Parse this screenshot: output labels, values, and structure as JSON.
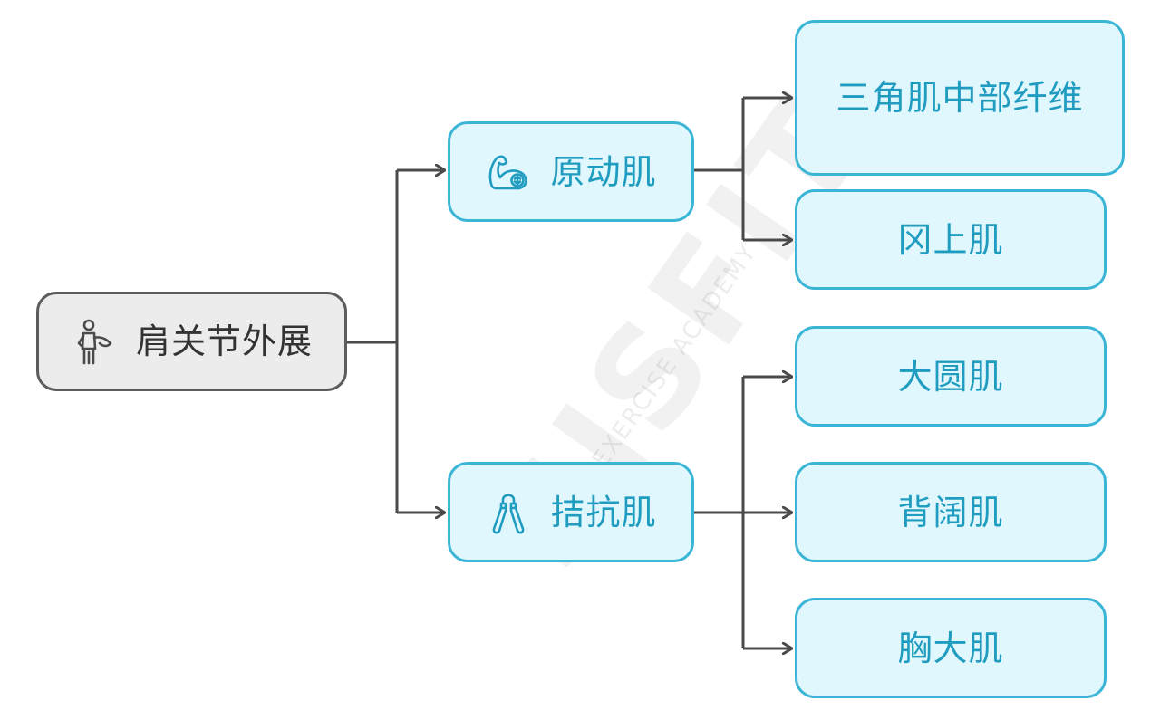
{
  "root": {
    "label": "肩关节外展",
    "icon": "person-stretch-icon"
  },
  "groups": [
    {
      "label": "原动肌",
      "icon": "flexed-biceps-icon",
      "children": [
        "三角肌中部纤维",
        "冈上肌"
      ]
    },
    {
      "label": "拮抗肌",
      "icon": "hand-grip-icon",
      "children": [
        "大圆肌",
        "背阔肌",
        "胸大肌"
      ]
    }
  ],
  "watermark": {
    "text": "SISFIT",
    "subtext": "EXERCISE ACADEMY"
  },
  "colors": {
    "accent": "#3ab5d6",
    "accent_text": "#1f9cc0",
    "node_fill": "#e0f7fd",
    "root_border": "#5c5c5c",
    "root_fill": "#ececec",
    "connector": "#4a4a4a"
  }
}
